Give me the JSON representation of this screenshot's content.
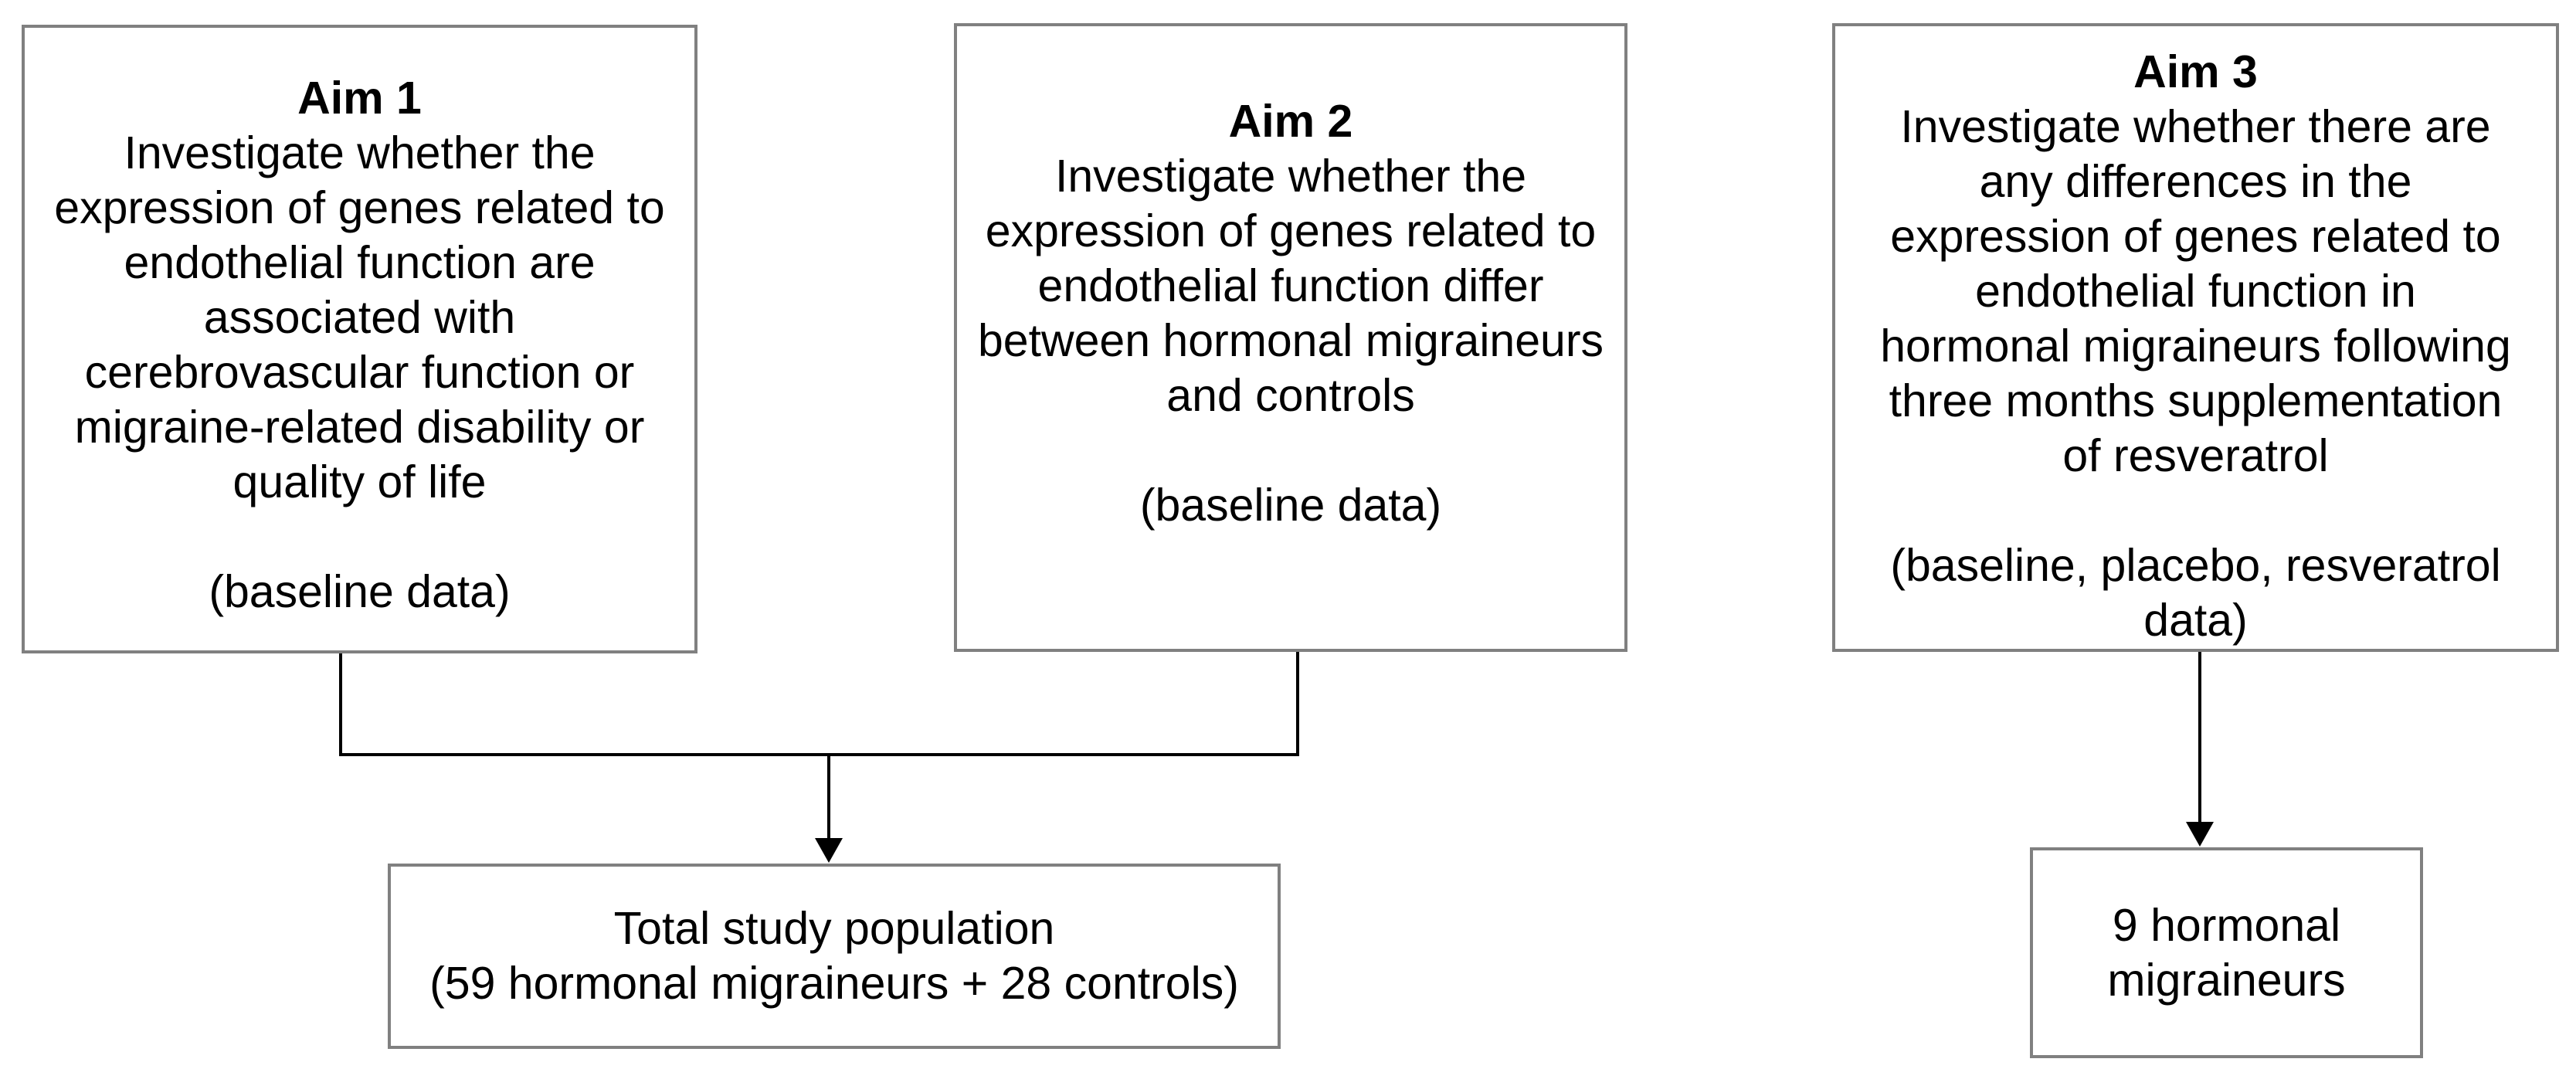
{
  "diagram": {
    "title": "Study aims flowchart",
    "colors": {
      "background": "#ffffff",
      "box_border": "#808080",
      "connector_line": "#000000",
      "text": "#000000"
    },
    "boxes": {
      "aim1": {
        "lines": [
          "Aim 1",
          "Investigate whether the",
          "expression of genes related to",
          "endothelial function are",
          "associated with",
          "cerebrovascular function or",
          "migraine-related disability or",
          "quality of life",
          "",
          "(baseline data)"
        ]
      },
      "aim2": {
        "lines": [
          "Aim 2",
          "Investigate whether the",
          "expression of genes related to",
          "endothelial function differ",
          "between hormonal migraineurs",
          "and controls",
          "",
          "(baseline data)"
        ]
      },
      "aim3": {
        "lines": [
          "Aim 3",
          "Investigate whether there are",
          "any differences in the",
          "expression of genes related to",
          "endothelial function in",
          "hormonal migraineurs following",
          "three months supplementation",
          "of resveratrol",
          "",
          "(baseline, placebo, resveratrol",
          "data)"
        ]
      },
      "total": {
        "lines": [
          "Total study population",
          "(59 hormonal migraineurs + 28 controls)"
        ]
      },
      "nine": {
        "lines": [
          "9 hormonal",
          "migraineurs"
        ]
      }
    }
  }
}
